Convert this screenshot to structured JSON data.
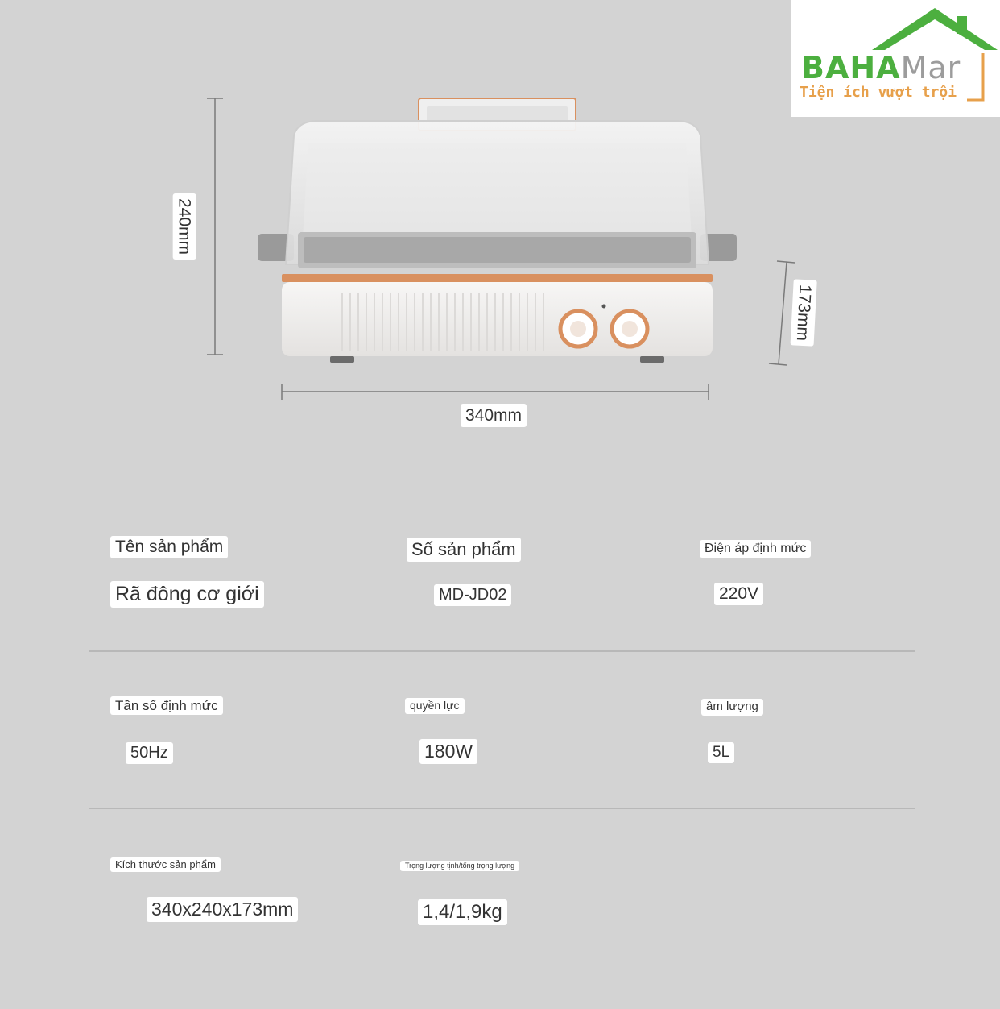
{
  "logo": {
    "brand_part1": "BAHA",
    "brand_part2": "Mar",
    "slogan": "Tiện ích vượt trội",
    "colors": {
      "green": "#4caf3f",
      "gray": "#9c9c9c",
      "orange": "#e7a04b"
    }
  },
  "dimensions": {
    "height": "240mm",
    "width": "340mm",
    "depth": "173mm"
  },
  "specs": {
    "row1": {
      "name_label": "Tên sản phẩm",
      "name_value": "Rã đông cơ giới",
      "model_label": "Số sản phẩm",
      "model_value": "MD-JD02",
      "voltage_label": "Điện áp định mức",
      "voltage_value": "220V"
    },
    "row2": {
      "frequency_label": "Tần số định mức",
      "frequency_value": "50Hz",
      "power_label": "quyền lực",
      "power_value": "180W",
      "volume_label": "âm lượng",
      "volume_value": "5L"
    },
    "row3": {
      "size_label": "Kích thước sản phẩm",
      "size_value": "340x240x173mm",
      "weight_label": "Trọng lượng tịnh/tổng trọng lượng",
      "weight_value": "1,4/1,9kg"
    }
  },
  "colors": {
    "background": "#d3d3d3",
    "accent_copper": "#d9905f",
    "appliance_body": "#f2f0ee"
  }
}
